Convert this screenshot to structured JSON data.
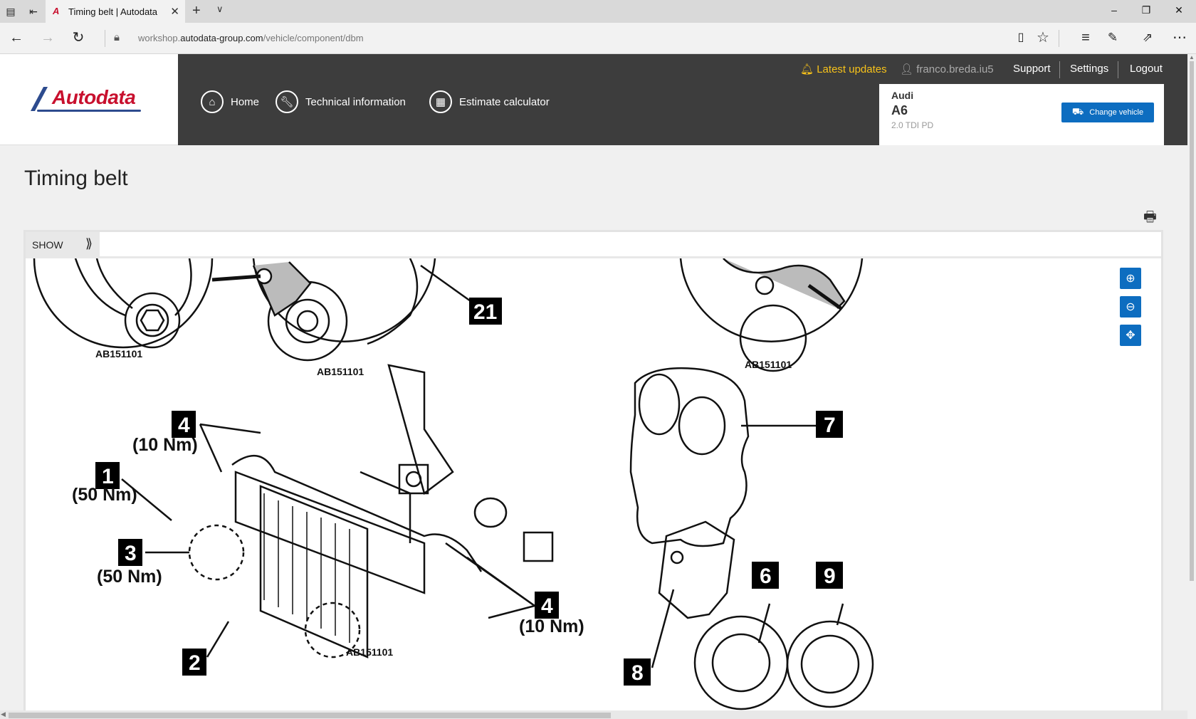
{
  "browser": {
    "tab_title": "Timing belt | Autodata",
    "favicon": "A",
    "url_prefix": "workshop.",
    "url_domain": "autodata-group.com",
    "url_path": "/vehicle/component/dbm"
  },
  "header": {
    "logo": "Autodata",
    "nav": [
      {
        "label": "Home",
        "icon": "home-icon"
      },
      {
        "label": "Technical information",
        "icon": "wrench-icon"
      },
      {
        "label": "Estimate calculator",
        "icon": "calculator-icon"
      }
    ],
    "latest_updates": "Latest updates",
    "user": "franco.breda.iu5",
    "support": "Support",
    "settings": "Settings",
    "logout": "Logout",
    "accent": "#f7c21a"
  },
  "vehicle": {
    "make": "Audi",
    "model": "A6",
    "engine": "2.0 TDI PD",
    "change_label": "Change vehicle"
  },
  "page": {
    "title": "Timing belt",
    "show_label": "SHOW"
  },
  "diagram": {
    "ref_code": "AB151101",
    "callouts": [
      "21",
      "4",
      "1",
      "3",
      "2",
      "4",
      "7",
      "6",
      "9",
      "8"
    ],
    "torques": [
      "(10 Nm)",
      "(50 Nm)",
      "(50 Nm)",
      "(10 Nm)"
    ],
    "zoom_controls": [
      "zoom-in-icon",
      "zoom-out-icon",
      "fit-icon"
    ]
  },
  "colors": {
    "brand_red": "#c8102e",
    "brand_blue": "#0d6dc0",
    "header_bg": "#3d3d3d"
  }
}
